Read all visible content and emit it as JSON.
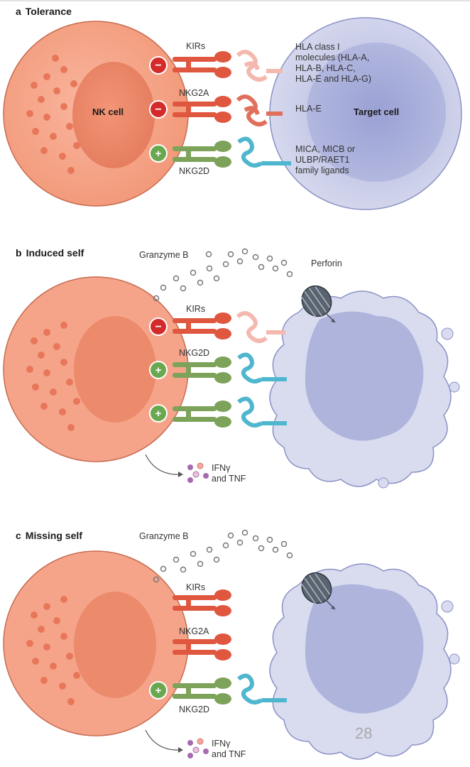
{
  "panels": [
    {
      "letter": "a",
      "title": "Tolerance",
      "nk_label": "NK cell",
      "target_label": "Target cell",
      "receptor_labels": [
        "KIRs",
        "NKG2A",
        "NKG2D"
      ],
      "ligand_labels": [
        "HLA class I\nmolecules (HLA-A,\nHLA-B, HLA-C,\nHLA-E and HLA-G)",
        "HLA-E",
        "MICA, MICB or\nULBP/RAET1\nfamily ligands"
      ],
      "signs": [
        "−",
        "−",
        "+"
      ]
    },
    {
      "letter": "b",
      "title": "Induced self",
      "granzyme_label": "Granzyme B",
      "perforin_label": "Perforin",
      "receptor_labels": [
        "KIRs",
        "NKG2D"
      ],
      "cytokine_line1": "IFNγ",
      "cytokine_line2": "and TNF",
      "signs": [
        "−",
        "+",
        "+"
      ]
    },
    {
      "letter": "c",
      "title": "Missing self",
      "granzyme_label": "Granzyme B",
      "receptor_labels": [
        "KIRs",
        "NKG2A",
        "NKG2D"
      ],
      "cytokine_line1": "IFNγ",
      "cytokine_line2": "and TNF",
      "signs": [
        "+"
      ]
    }
  ],
  "page_number": "28",
  "colors": {
    "nk_cell": "#f5a48a",
    "nk_nucleus": "#ef8b6e",
    "target_cell": "#c9cde8",
    "kir": "#e0573f",
    "kir_ligand": "#f4b8ae",
    "nkg2a_ligand": "#e0705c",
    "nkg2d": "#7da35a",
    "nkg2d_ligand": "#4fb6cf",
    "inhibit": "#d42a2a",
    "activate": "#6aa84f"
  }
}
